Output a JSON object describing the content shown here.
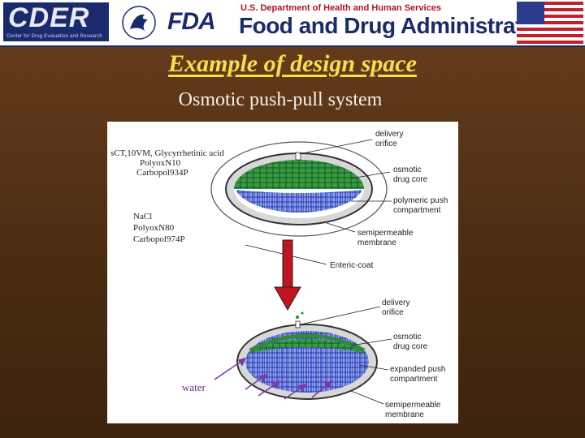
{
  "header": {
    "cder_logo": "CDER",
    "cder_subtitle": "Center for Drug Evaluation and Research",
    "fda_logo": "FDA",
    "department": "U.S. Department of Health and Human Services",
    "agency": "Food and Drug Administration"
  },
  "slide": {
    "title": "Example of design space",
    "subtitle": "Osmotic push-pull system"
  },
  "figure": {
    "formulation_top": [
      "sCT,10VM, Glycyrrhetinic acid",
      "PolyoxN10",
      "Carbopol934P"
    ],
    "formulation_mid": [
      "NaCl",
      "PolyoxN80",
      "Carbopol974P"
    ],
    "labels_top": {
      "delivery_orifice": [
        "delivery",
        "orifice"
      ],
      "osmotic_drug_core": [
        "osmotic",
        "drug core"
      ],
      "push_compartment": [
        "polymeric push",
        "compartment"
      ],
      "membrane": [
        "semipermeable",
        "membrane"
      ],
      "enteric_coat": "Enteric-coat"
    },
    "labels_bottom": {
      "delivery_orifice": [
        "delivery",
        "orifice"
      ],
      "osmotic_drug_core": [
        "osmotic",
        "drug core"
      ],
      "push_compartment": [
        "expanded push",
        "compartment"
      ],
      "membrane": [
        "semipermeable",
        "membrane"
      ]
    },
    "water_label": "water"
  },
  "colors": {
    "title": "#f2e24a",
    "background": "#5a3517",
    "drug_core": "#2e8b3a",
    "push_layer": "#3a55c8",
    "arrow": "#b0101c",
    "water_arrow": "#7a3aa8"
  }
}
